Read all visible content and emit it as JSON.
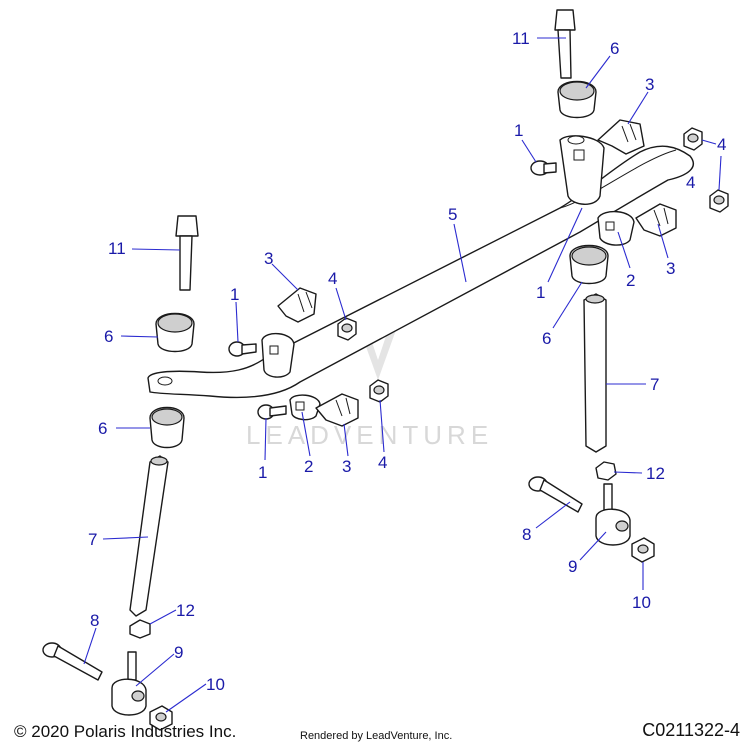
{
  "diagram": {
    "watermark": "LEADVENTURE",
    "callouts": [
      "11",
      "6",
      "3",
      "1",
      "4",
      "4",
      "5",
      "2",
      "3",
      "1",
      "6",
      "7",
      "12",
      "8",
      "9",
      "10",
      "11",
      "3",
      "1",
      "4",
      "6",
      "1",
      "2",
      "3",
      "4",
      "6",
      "7",
      "12",
      "8",
      "9",
      "10"
    ]
  },
  "footer": {
    "copyright": "© 2020 Polaris Industries Inc.",
    "rendered_by": "Rendered by LeadVenture, Inc.",
    "part_code": "C0211322-4"
  }
}
